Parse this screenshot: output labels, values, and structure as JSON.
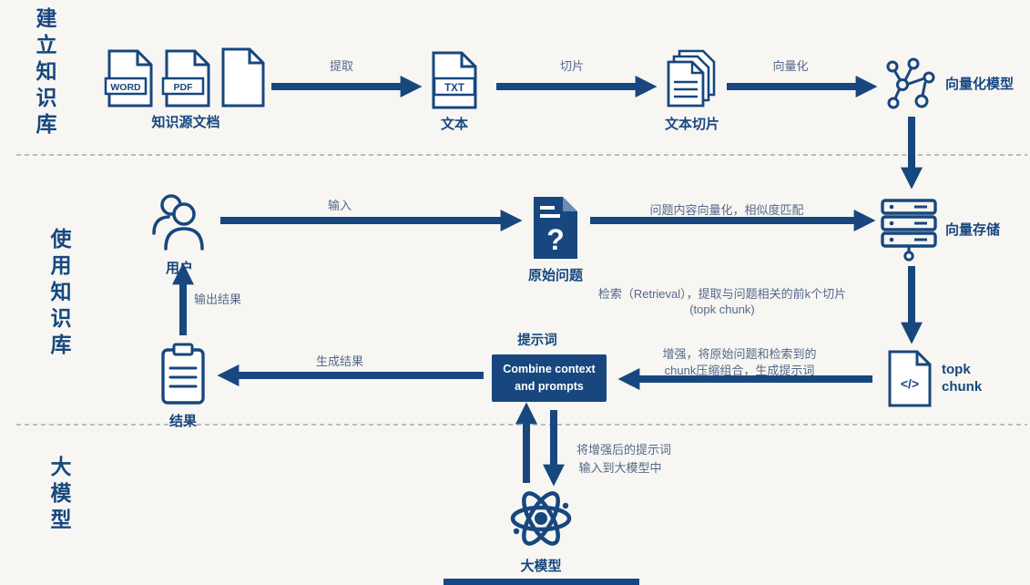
{
  "colors": {
    "primary": "#17477e",
    "edge_label": "#55688a",
    "background": "#f7f6f2"
  },
  "sections": {
    "build": "建立知识库",
    "use": "使用知识库",
    "model": "大模型"
  },
  "nodes": {
    "source_docs": {
      "label": "知识源文档",
      "word": "WORD",
      "pdf": "PDF"
    },
    "text": {
      "label": "文本",
      "badge": "TXT"
    },
    "chunks": {
      "label": "文本切片"
    },
    "vector_model": {
      "label": "向量化模型"
    },
    "user": {
      "label": "用户"
    },
    "question": {
      "label": "原始问题",
      "mark": "?"
    },
    "vector_store": {
      "label": "向量存储"
    },
    "topk": {
      "label_line1": "topk",
      "label_line2": "chunk",
      "glyph": "</>"
    },
    "prompt": {
      "label": "提示词",
      "box_line1": "Combine context",
      "box_line2": "and prompts"
    },
    "result": {
      "label": "结果"
    },
    "llm": {
      "label": "大模型"
    }
  },
  "edges": {
    "extract": "提取",
    "slice": "切片",
    "vectorize": "向量化",
    "input": "输入",
    "similarity": "问题内容向量化，相似度匹配",
    "retrieval_line1": "检索（Retrieval），提取与问题相关的前k个切片",
    "retrieval_line2": "(topk chunk)",
    "augment_line1": "增强，将原始问题和检索到的",
    "augment_line2": "chunk压缩组合，生成提示词",
    "generate": "生成结果",
    "output": "输出结果",
    "to_llm_line1": "将增强后的提示词",
    "to_llm_line2": "输入到大模型中"
  }
}
